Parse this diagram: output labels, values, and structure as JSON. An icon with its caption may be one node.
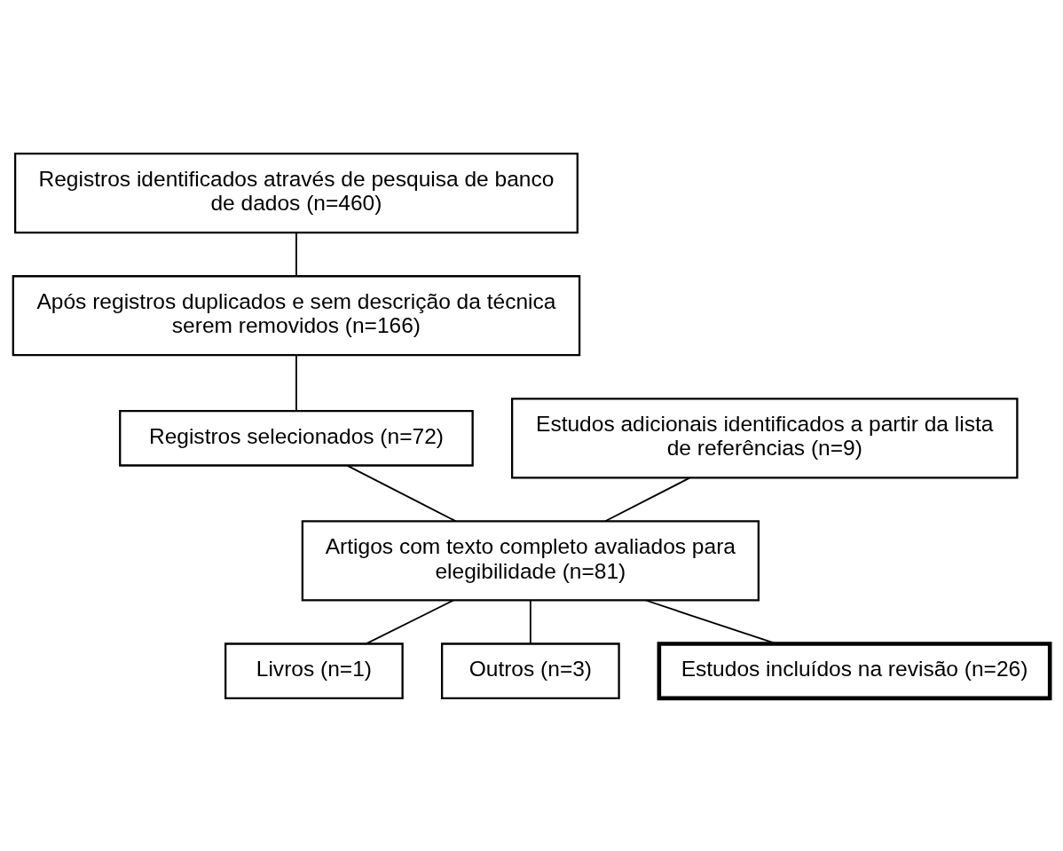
{
  "diagram": {
    "nodes": [
      {
        "text": [
          "Registros identificados através de pesquisa de banco de dados (n=460)"
        ]
      },
      {
        "text": [
          "Após registros duplicados e sem descrição da técnica serem removidos (n=166)"
        ]
      },
      {
        "text": [
          "Registros selecionados (n=72)"
        ]
      },
      {
        "text": [
          "Estudos adicionais identificados a partir da lista de referências (n=9)"
        ]
      },
      {
        "text": [
          "Artigos com texto completo avaliados para elegibilidade (n=81)"
        ]
      },
      {
        "text": [
          "Livros (n=1)"
        ]
      },
      {
        "text": [
          "Outros (n=3)"
        ]
      },
      {
        "text": [
          "Estudos incluídos na revisão (n=26)"
        ]
      }
    ],
    "edges": [
      {
        "from": 0,
        "to": 1,
        "arrow": "none"
      },
      {
        "from": 1,
        "to": 2,
        "arrow": "none"
      },
      {
        "from": 2,
        "to": 4,
        "arrow": "none"
      },
      {
        "from": 3,
        "to": 4,
        "arrow": "none"
      },
      {
        "from": 4,
        "to": 5,
        "arrow": "none"
      },
      {
        "from": 4,
        "to": 6,
        "arrow": "none"
      },
      {
        "from": 4,
        "to": 7,
        "arrow": "none"
      }
    ]
  }
}
